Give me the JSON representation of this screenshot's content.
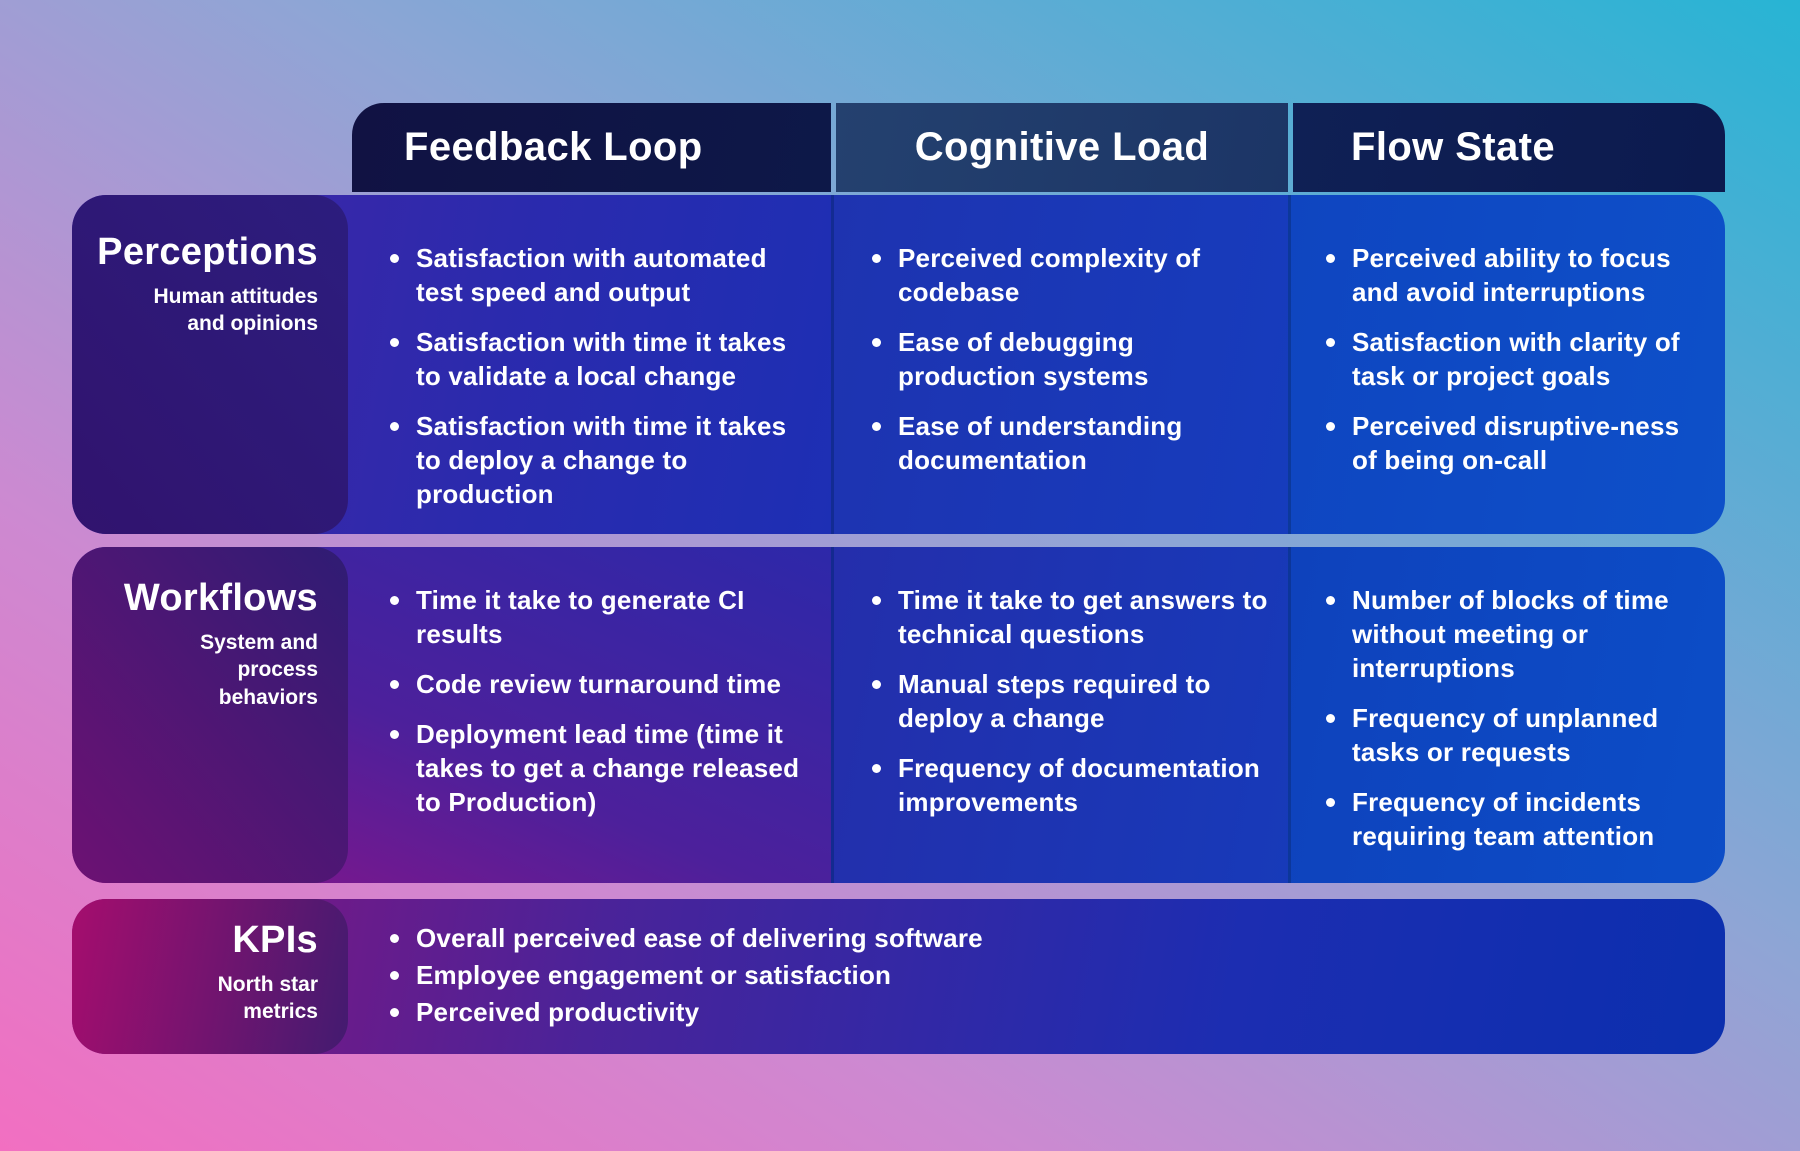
{
  "columns": [
    {
      "id": "feedback_loop",
      "label": "Feedback Loop"
    },
    {
      "id": "cognitive_load",
      "label": "Cognitive Load"
    },
    {
      "id": "flow_state",
      "label": "Flow State"
    }
  ],
  "rows": [
    {
      "title": "Perceptions",
      "subtitle": "Human attitudes and opinions",
      "cells": {
        "feedback_loop": [
          "Satisfaction with automated test speed and output",
          "Satisfaction with time it takes to validate a local change",
          "Satisfaction with time it takes to deploy a change to production"
        ],
        "cognitive_load": [
          "Perceived complexity of codebase",
          "Ease of debugging production systems",
          "Ease of understanding documentation"
        ],
        "flow_state": [
          "Perceived ability to focus and avoid interruptions",
          "Satisfaction with clarity of task or project goals",
          "Perceived disruptive-ness of being on-call"
        ]
      }
    },
    {
      "title": "Workflows",
      "subtitle": "System and process behaviors",
      "cells": {
        "feedback_loop": [
          "Time it take to generate CI results",
          "Code review turnaround time",
          "Deployment lead time (time it takes to get a change released to Production)"
        ],
        "cognitive_load": [
          "Time it take to get answers to technical questions",
          "Manual steps required to deploy a change",
          "Frequency of documentation improvements"
        ],
        "flow_state": [
          "Number of blocks of time without meeting or interruptions",
          "Frequency of unplanned tasks or requests",
          "Frequency of incidents requiring team attention"
        ]
      }
    },
    {
      "title": "KPIs",
      "subtitle": "North star metrics",
      "kpi_items": [
        "Overall perceived ease of delivering software",
        "Employee engagement or satisfaction",
        "Perceived productivity"
      ]
    }
  ],
  "colors": {
    "page_gradient": [
      "#f26fc1",
      "#cd89d1",
      "#8fa5d5",
      "#27b4d4"
    ],
    "header_dark_navy": "#0e1546",
    "header_steel_navy": "#1f3a66",
    "cell_bright_blue": "#0d4fc7",
    "cell_purple": "#45209a",
    "label_indigo": "#2c1d7e",
    "label_magenta": "#a50d6e",
    "text": "#ffffff"
  }
}
